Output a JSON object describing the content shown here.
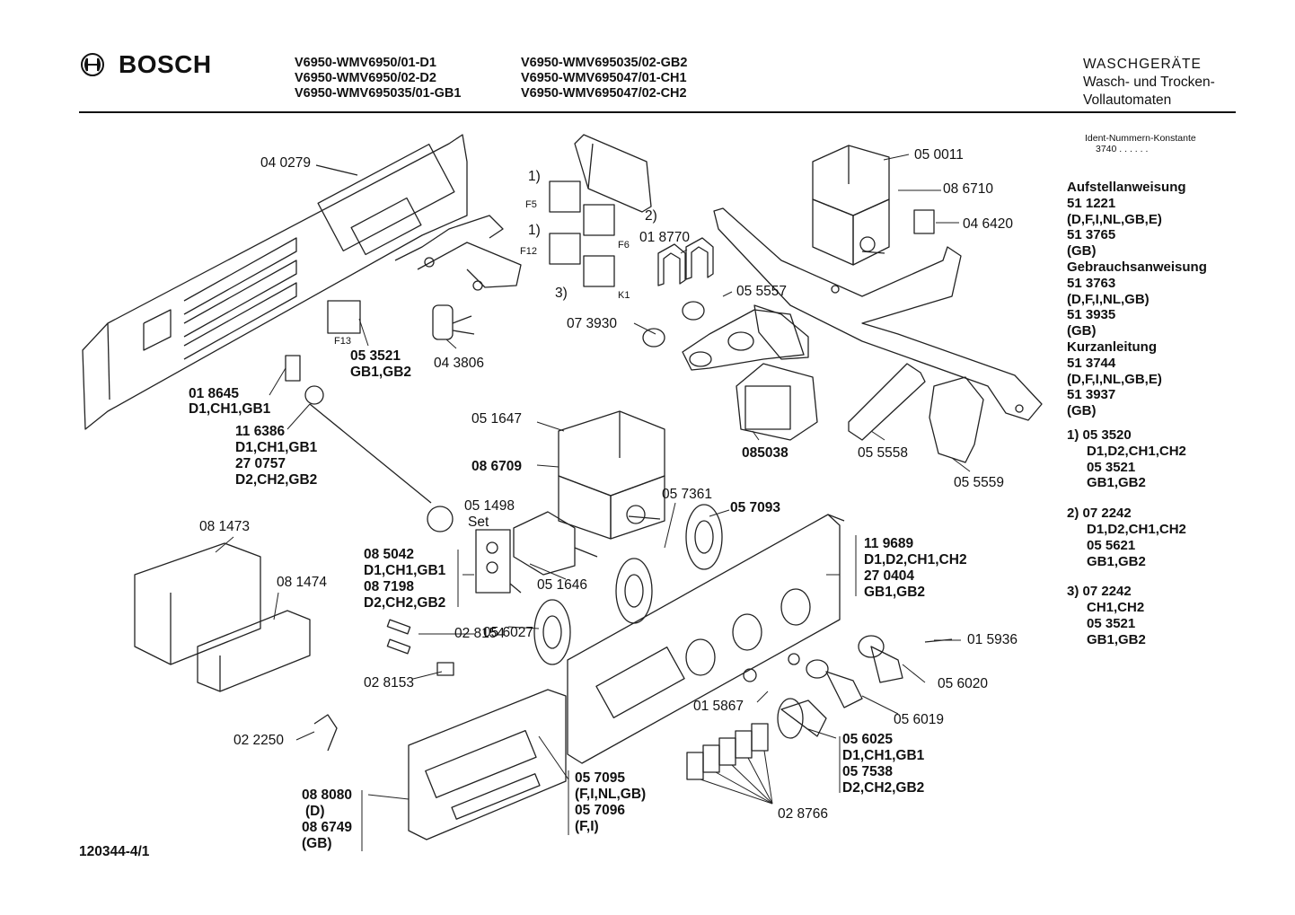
{
  "header": {
    "brand": "BOSCH",
    "models_col1": [
      "V6950-WMV6950/01-D1",
      "V6950-WMV6950/02-D2",
      "V6950-WMV695035/01-GB1"
    ],
    "models_col2": [
      "V6950-WMV695035/02-GB2",
      "V6950-WMV695047/01-CH1",
      "V6950-WMV695047/02-CH2"
    ],
    "category": [
      "WASCHGERÄTE",
      "Wasch- und Trocken-",
      "Vollautomaten"
    ],
    "ident_label": "Ident-Nummern-Konstante",
    "ident_value": "3740  . .  . . . ."
  },
  "manuals": [
    {
      "title": "Aufstellanweisung",
      "lines": [
        "51 1221",
        "(D,F,I,NL,GB,E)",
        "51 3765",
        "(GB)"
      ]
    },
    {
      "title": "Gebrauchsanweisung",
      "lines": [
        "51 3763",
        "(D,F,I,NL,GB)",
        "51 3935",
        "(GB)"
      ]
    },
    {
      "title": "Kurzanleitung",
      "lines": [
        "51 3744",
        "(D,F,I,NL,GB,E)",
        "51 3937",
        "(GB)"
      ]
    }
  ],
  "notes": [
    {
      "marker": "1)",
      "lines": [
        "05 3520",
        "D1,D2,CH1,CH2",
        "05 3521",
        "GB1,GB2"
      ]
    },
    {
      "marker": "2)",
      "lines": [
        "07 2242",
        "D1,D2,CH1,CH2",
        "05 5621",
        "GB1,GB2"
      ]
    },
    {
      "marker": "3)",
      "lines": [
        "07 2242",
        "CH1,CH2",
        "05 3521",
        "GB1,GB2"
      ]
    }
  ],
  "parts": {
    "p040279": "04 0279",
    "p050011": "05 0011",
    "p086710": "08 6710",
    "p046420": "04 6420",
    "p018770": "01 8770",
    "p055557": "05 5557",
    "p073930": "07 3930",
    "p053521": "05 3521",
    "p053521b": "GB1,GB2",
    "p043806": "04 3806",
    "p018645": "01 8645",
    "p018645b": "D1,CH1,GB1",
    "p116386": "11 6386",
    "p116386b": "D1,CH1,GB1",
    "p270757": "27 0757",
    "p270757b": "D2,CH2,GB2",
    "p051647": "05 1647",
    "p086709": "08 6709",
    "p085038": "085038",
    "p055558": "05 5558",
    "p055559": "05 5559",
    "p081473": "08 1473",
    "p081474": "08 1474",
    "p051498": "05 1498",
    "p051498b": "Set",
    "p057361": "05 7361",
    "p057093": "05 7093",
    "p119689": "11 9689",
    "p119689b": "D1,D2,CH1,CH2",
    "p270404": "27 0404",
    "p270404b": "GB1,GB2",
    "p085042": "08 5042",
    "p085042b": "D1,CH1,GB1",
    "p087198": "08 7198",
    "p087198b": "D2,CH2,GB2",
    "p051646": "05 1646",
    "p028154": "02 8154",
    "p056027": "05 6027",
    "p015936": "01 5936",
    "p028153": "02 8153",
    "p056020": "05 6020",
    "p015867": "01 5867",
    "p056019": "05 6019",
    "p022250": "02 2250",
    "p056025": "05 6025",
    "p056025b": "D1,CH1,GB1",
    "p057538": "05 7538",
    "p057538b": "D2,CH2,GB2",
    "p057095": "05 7095",
    "p057095b": "(F,I,NL,GB)",
    "p057096": "05 7096",
    "p057096b": "(F,I)",
    "p088080": "08 8080",
    "p088080b": "(D)",
    "p086749": "08 6749",
    "p086749b": "(GB)",
    "p028766": "02 8766",
    "m1a": "1)",
    "m1b": "1)",
    "m2": "2)",
    "m3": "3)",
    "F5": "F5",
    "F6": "F6",
    "F12": "F12",
    "F13": "F13",
    "K1": "K1"
  },
  "footer": "120344-4/1"
}
